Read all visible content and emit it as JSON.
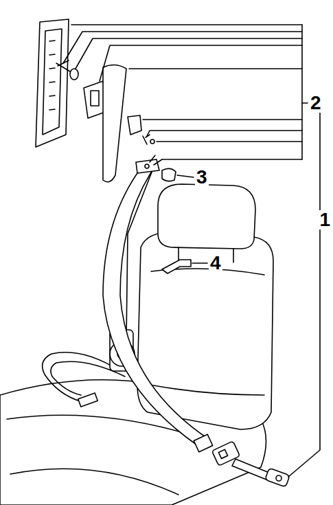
{
  "diagram": {
    "labels": [
      "2",
      "3",
      "1",
      "4"
    ]
  }
}
